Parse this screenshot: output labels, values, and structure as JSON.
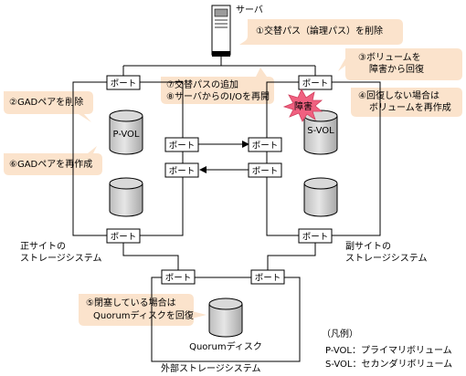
{
  "server": {
    "label": "サーバ"
  },
  "port_label": "ポート",
  "volumes": {
    "pvol": "P-VOL",
    "svol": "S-VOL",
    "quorum": "Quorumディスク"
  },
  "failure_label": "障害",
  "sites": {
    "primary_line1": "正サイトの",
    "primary_line2": "ストレージシステム",
    "secondary_line1": "副サイトの",
    "secondary_line2": "ストレージシステム",
    "external": "外部ストレージシステム"
  },
  "callouts": {
    "c1": "①交替パス（論理パス）を削除",
    "c2": "②GADペアを削除",
    "c3_line1": "③ボリュームを",
    "c3_line2": "障害から回復",
    "c4_line1": "④回復しない場合は",
    "c4_line2": "ボリュームを再作成",
    "c5_line1": "⑤閉塞している場合は",
    "c5_line2": "Quorumディスクを回復",
    "c6": "⑥GADペアを再作成",
    "c7_line1": "⑦交替パスの追加",
    "c7_line2": "⑧サーバからのI/Oを再開"
  },
  "legend": {
    "title": "（凡例）",
    "pvol": "P-VOL：プライマリボリューム",
    "svol": "S-VOL：セカンダリボリューム"
  },
  "colors": {
    "callout_fill": "#fbe3cc",
    "failure_fill": "#f06080",
    "cylinder_fill": "#d9d9d9"
  }
}
